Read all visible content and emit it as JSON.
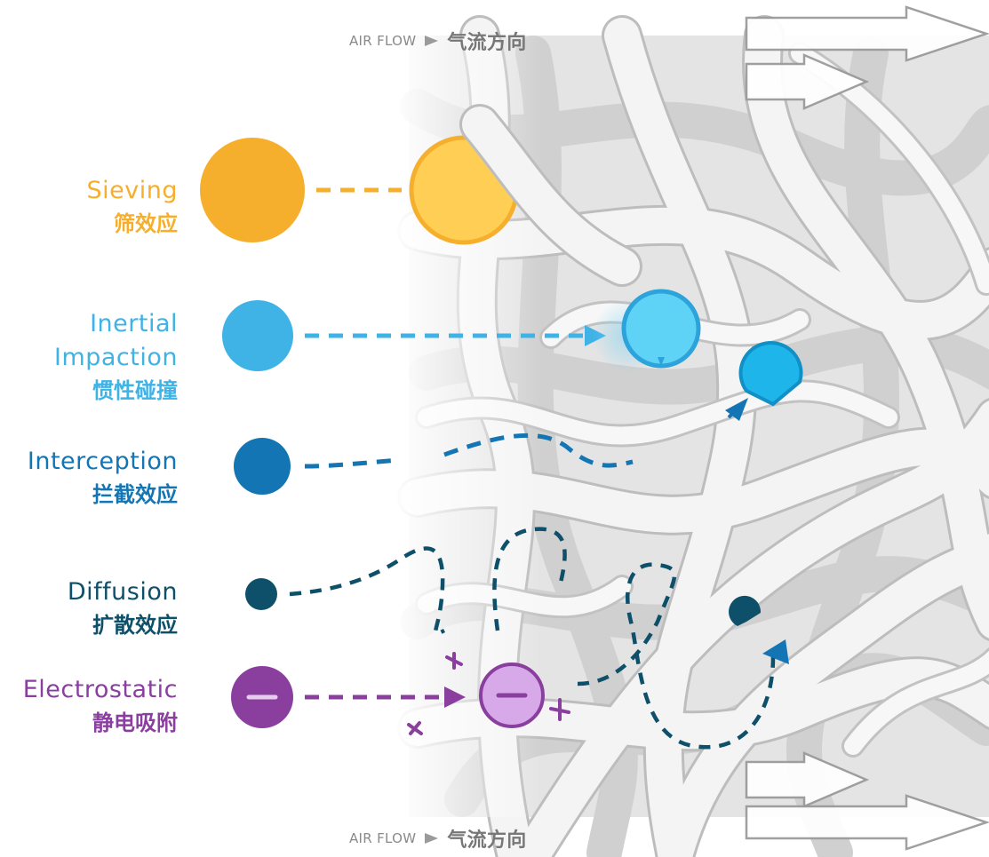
{
  "airflow": {
    "en": "AIR FLOW",
    "zh": "气流方向",
    "arrow_icon": "triangle-right-icon"
  },
  "mechanisms": [
    {
      "en": "Sieving",
      "zh": "筛效应",
      "color": "#F6AF2C"
    },
    {
      "en": "Inertial",
      "en2": "Impaction",
      "zh": "惯性碰撞",
      "color": "#3FB2E6"
    },
    {
      "en": "Interception",
      "zh": "拦截效应",
      "color": "#1375B3"
    },
    {
      "en": "Diffusion",
      "zh": "扩散效应",
      "color": "#0E4F69"
    },
    {
      "en": "Electrostatic",
      "zh": "静电吸附",
      "color": "#8A3F9F"
    }
  ],
  "colors": {
    "fiber": "#f1f1f1",
    "fiber_edge": "#c9c9c9",
    "fiber_shadow": "#dcdcdc",
    "arrow_outline": "#9b9b9b"
  }
}
